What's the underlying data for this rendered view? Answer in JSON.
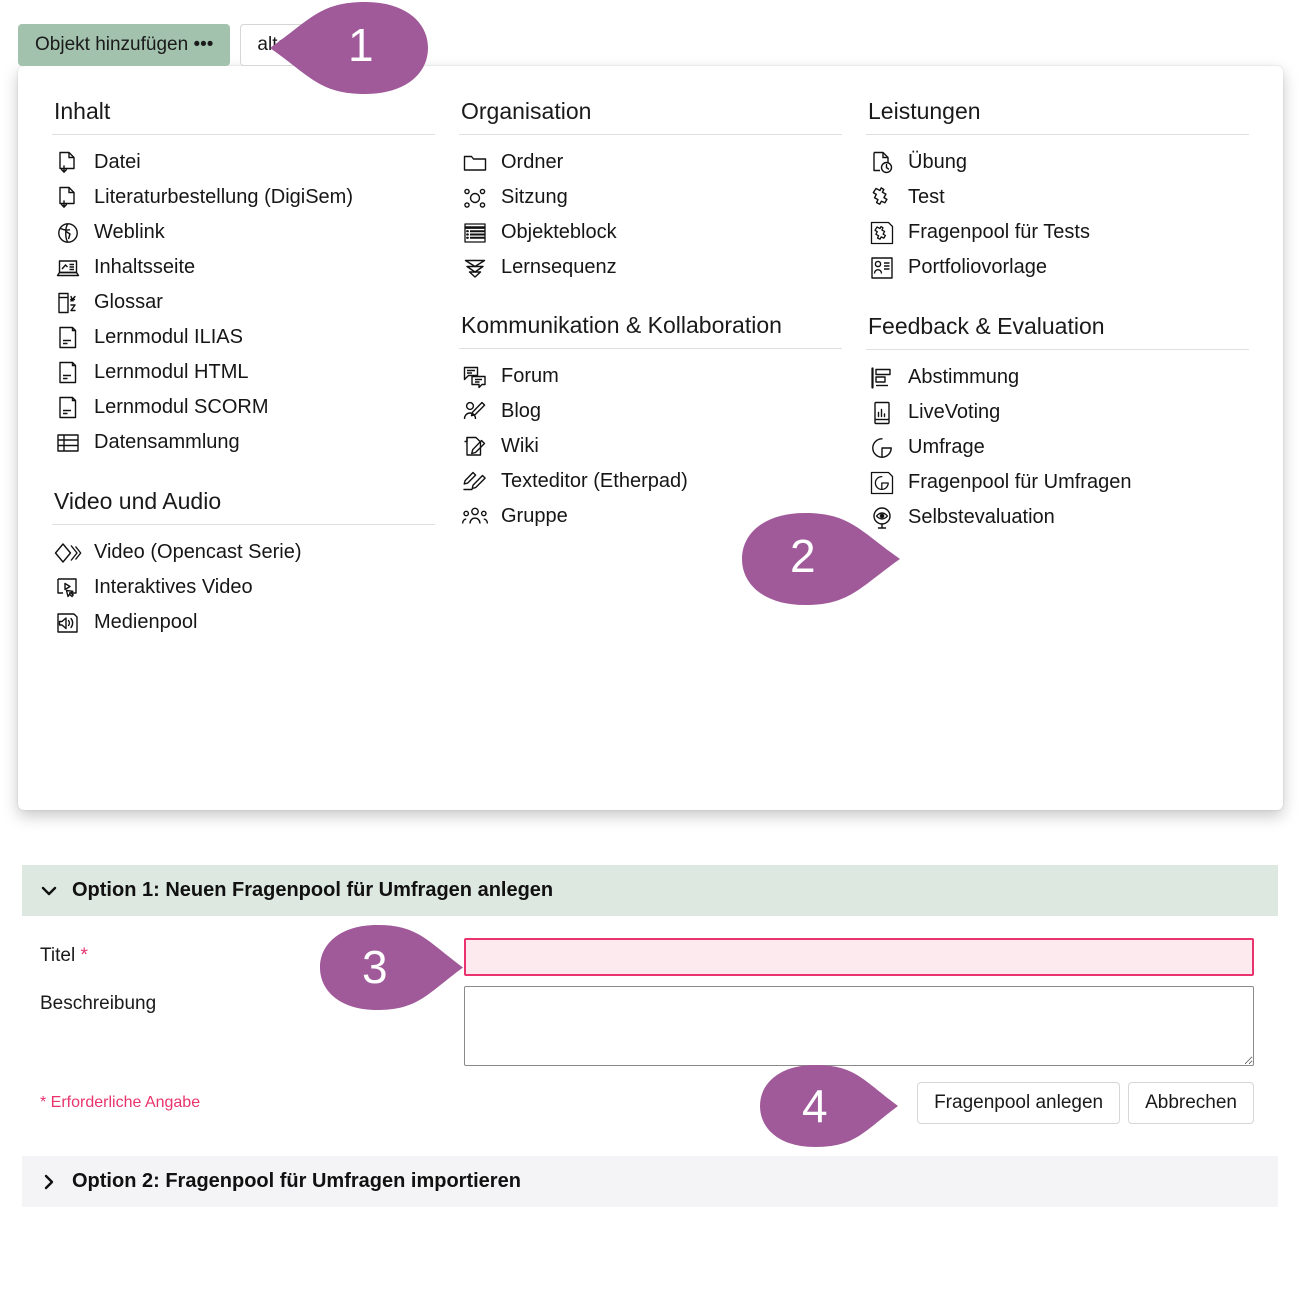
{
  "toolbar": {
    "add_object_label": "Objekt hinzufügen •••",
    "secondary_button_label": "alten",
    "accent_green": "#a2c2ae"
  },
  "markers": {
    "accent_purple": "#a05a9a",
    "one": "1",
    "two": "2",
    "three": "3",
    "four": "4"
  },
  "menu": {
    "columns": [
      {
        "groups": [
          {
            "title": "Inhalt",
            "items": [
              {
                "label": "Datei",
                "icon": "file-download-icon"
              },
              {
                "label": "Literaturbestellung (DigiSem)",
                "icon": "file-download-icon"
              },
              {
                "label": "Weblink",
                "icon": "globe-icon"
              },
              {
                "label": "Inhaltsseite",
                "icon": "content-page-icon"
              },
              {
                "label": "Glossar",
                "icon": "glossary-icon"
              },
              {
                "label": "Lernmodul ILIAS",
                "icon": "learning-module-icon"
              },
              {
                "label": "Lernmodul HTML",
                "icon": "learning-module-icon"
              },
              {
                "label": "Lernmodul SCORM",
                "icon": "learning-module-icon"
              },
              {
                "label": "Datensammlung",
                "icon": "table-icon"
              }
            ]
          },
          {
            "title": "Video und Audio",
            "items": [
              {
                "label": "Video (Opencast Serie)",
                "icon": "video-series-icon"
              },
              {
                "label": "Interaktives Video",
                "icon": "interactive-video-icon"
              },
              {
                "label": "Medienpool",
                "icon": "media-pool-icon"
              }
            ]
          }
        ]
      },
      {
        "groups": [
          {
            "title": "Organisation",
            "items": [
              {
                "label": "Ordner",
                "icon": "folder-icon"
              },
              {
                "label": "Sitzung",
                "icon": "session-icon"
              },
              {
                "label": "Objekteblock",
                "icon": "object-block-icon"
              },
              {
                "label": "Lernsequenz",
                "icon": "learning-sequence-icon"
              }
            ]
          },
          {
            "title": "Kommunikation & Kollaboration",
            "items": [
              {
                "label": "Forum",
                "icon": "forum-icon"
              },
              {
                "label": "Blog",
                "icon": "blog-icon"
              },
              {
                "label": "Wiki",
                "icon": "wiki-icon"
              },
              {
                "label": "Texteditor (Etherpad)",
                "icon": "etherpad-icon"
              },
              {
                "label": "Gruppe",
                "icon": "group-icon"
              }
            ]
          }
        ]
      },
      {
        "groups": [
          {
            "title": "Leistungen",
            "items": [
              {
                "label": "Übung",
                "icon": "exercise-icon"
              },
              {
                "label": "Test",
                "icon": "test-icon"
              },
              {
                "label": "Fragenpool für Tests",
                "icon": "test-question-pool-icon"
              },
              {
                "label": "Portfoliovorlage",
                "icon": "portfolio-template-icon"
              }
            ]
          },
          {
            "title": "Feedback & Evaluation",
            "items": [
              {
                "label": "Abstimmung",
                "icon": "vote-icon"
              },
              {
                "label": "LiveVoting",
                "icon": "livevoting-icon"
              },
              {
                "label": "Umfrage",
                "icon": "survey-icon"
              },
              {
                "label": "Fragenpool für Umfragen",
                "icon": "survey-question-pool-icon"
              },
              {
                "label": "Selbstevaluation",
                "icon": "self-evaluation-icon"
              }
            ]
          }
        ]
      }
    ]
  },
  "form": {
    "option1": {
      "header": "Option 1: Neuen Fragenpool für Umfragen anlegen",
      "expanded": true,
      "title_label": "Titel",
      "title_required_mark": "*",
      "title_value": "",
      "description_label": "Beschreibung",
      "description_value": "",
      "required_hint": "* Erforderliche Angabe",
      "submit_label": "Fragenpool anlegen",
      "cancel_label": "Abbrechen"
    },
    "option2": {
      "header": "Option 2: Fragenpool für Umfragen importieren",
      "expanded": false
    }
  }
}
